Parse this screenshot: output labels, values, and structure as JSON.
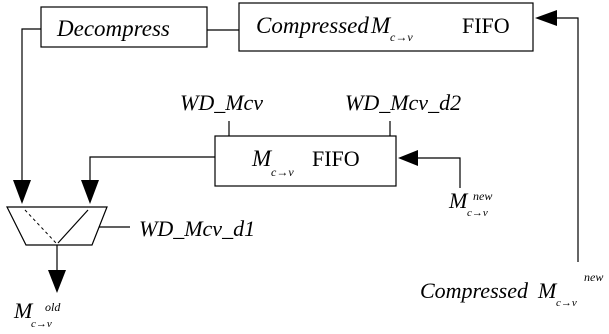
{
  "blocks": {
    "decompress": "Decompress",
    "compressed_fifo": {
      "prefix": "Compressed ",
      "var": "M",
      "sub": "c→v",
      "suffix": "FIFO"
    },
    "mcv_fifo": {
      "var": "M",
      "sub": "c→v",
      "suffix": "FIFO"
    }
  },
  "signals": {
    "wd_mcv": "WD_Mcv",
    "wd_mcv_d2": "WD_Mcv_d2",
    "wd_mcv_d1": "WD_Mcv_d1",
    "m_new": {
      "var": "M",
      "sub": "c→v",
      "sup": "new"
    },
    "m_old": {
      "var": "M",
      "sub": "c→v",
      "sup": "old"
    },
    "compressed_m_new": {
      "prefix": "Compressed ",
      "var": "M",
      "sub": "c→v",
      "sup": "new"
    }
  }
}
